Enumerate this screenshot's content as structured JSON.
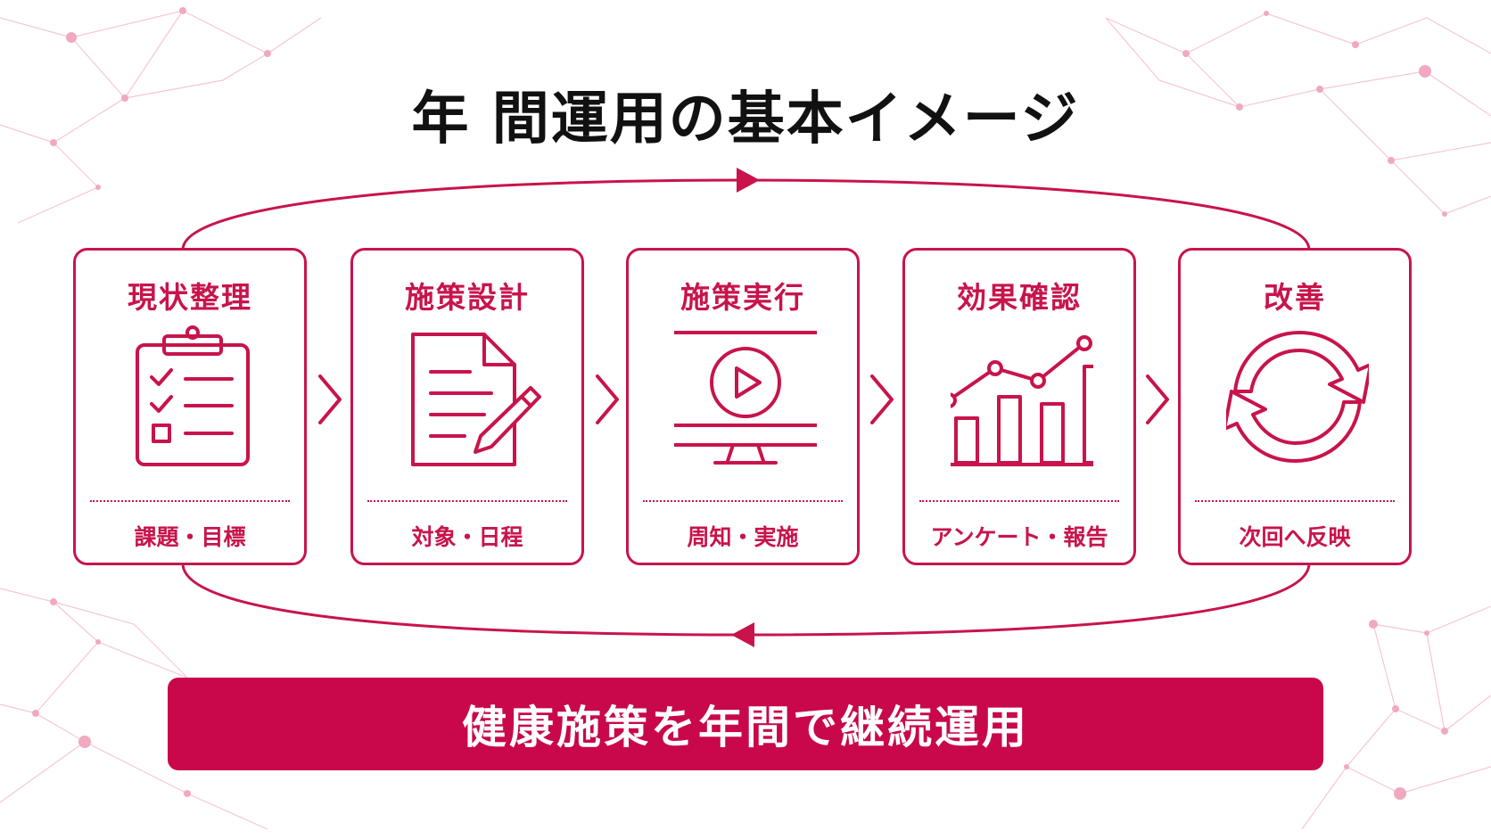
{
  "title": "年 間運用の基本イメージ",
  "steps": [
    {
      "title": "現状整理",
      "subtitle": "課題・目標",
      "icon": "clipboard-checklist-icon"
    },
    {
      "title": "施策設計",
      "subtitle": "対象・日程",
      "icon": "document-pencil-icon"
    },
    {
      "title": "施策実行",
      "subtitle": "周知・実施",
      "icon": "monitor-play-icon"
    },
    {
      "title": "効果確認",
      "subtitle": "アンケート・報告",
      "icon": "bar-line-chart-icon"
    },
    {
      "title": "改善",
      "subtitle": "次回へ反映",
      "icon": "refresh-cycle-icon"
    }
  ],
  "banner": {
    "text": "健康施策を年間で継続運用"
  },
  "colors": {
    "accent": "#c8144b",
    "banner": "#c8084a",
    "title": "#111111",
    "network": "#f0a9be"
  }
}
